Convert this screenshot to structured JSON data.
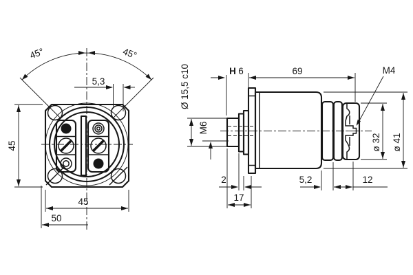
{
  "drawing": {
    "title": "switch-technical-drawing",
    "colors": {
      "line": "#161616",
      "background": "#ffffff"
    },
    "front_view": {
      "angle_left": "45°",
      "angle_right": "45°",
      "dim_slot_offset": "5,3",
      "dim_flange_height": "45",
      "dim_flange_width": "45",
      "dim_overall_width": "50"
    },
    "side_view": {
      "dim_h_label": "H",
      "dim_h_value": "6",
      "dim_body_length": "69",
      "terminal_thread": "M4",
      "shaft_diameter": "Ø 15,5 c10",
      "shaft_thread": "M6",
      "dim_cap_diameter": "ø 32",
      "dim_body_diameter": "ø 41",
      "dim_washer": "2",
      "dim_ring_section": "5,2",
      "dim_cap_length": "12",
      "dim_shaft_protrusion": "17"
    }
  }
}
